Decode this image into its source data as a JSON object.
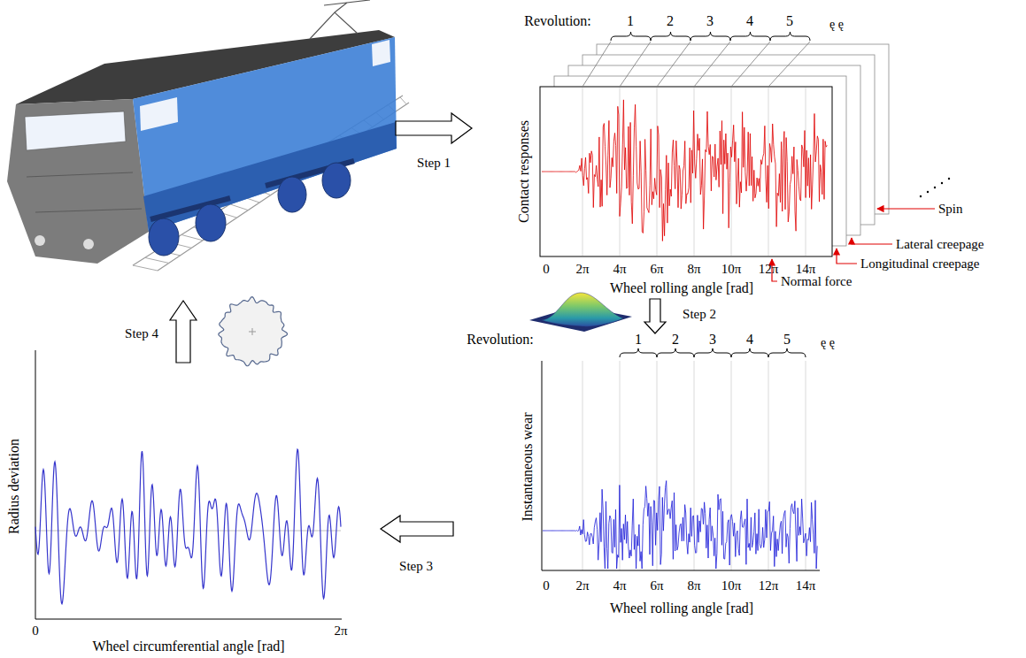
{
  "diagram": {
    "labels": [
      "Revolution:",
      "1",
      "2",
      "3",
      "4",
      "5",
      "ę ę",
      "Contact responses",
      "0",
      "2π",
      "4π",
      "6π",
      "8π",
      "10π",
      "12π",
      "14π",
      "Wheel rolling angle [rad]",
      "Spin",
      "Lateral creepage",
      "Longitudinal creepage",
      "Normal force",
      "Step 1",
      "Step 4",
      "Step 2",
      "Revolution:",
      "1",
      "2",
      "3",
      "4",
      "5",
      "ę ę",
      "Instantaneous wear",
      "0",
      "2π",
      "4π",
      "6π",
      "8π",
      "10π",
      "12π",
      "14π",
      "Wheel rolling angle [rad]",
      "Radius deviation",
      "0",
      "2π",
      "Wheel circumferential angle [rad]",
      "Step 3"
    ]
  }
}
